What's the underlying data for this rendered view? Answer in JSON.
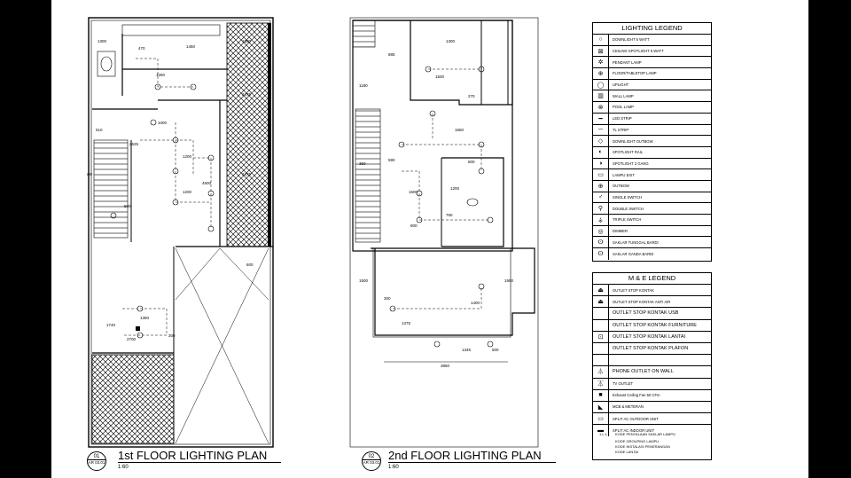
{
  "plans": [
    {
      "number": "01",
      "ref": "AR 03.01",
      "title": "1st FLOOR LIGHTING PLAN",
      "scale": "1:60"
    },
    {
      "number": "02",
      "ref": "AR 03.01",
      "title": "2nd FLOOR LIGHTING PLAN",
      "scale": "1:60"
    }
  ],
  "dimensions_first": [
    "1300",
    "470",
    "1450",
    "1300",
    "1260",
    "2475",
    "1000",
    "2625",
    "510",
    "2475",
    "4500",
    "1200",
    "1200",
    "4500",
    "500",
    "600",
    "1350",
    "1740",
    "2700",
    "300"
  ],
  "dimensions_second": [
    "1300",
    "885",
    "1180",
    "1500",
    "270",
    "1650",
    "350",
    "590",
    "600",
    "1500",
    "1200",
    "760",
    "800",
    "1500",
    "1900",
    "300",
    "1400",
    "1375",
    "1345",
    "500",
    "3850"
  ],
  "lighting_legend": {
    "title": "LIGHTING LEGEND",
    "items": [
      {
        "icon": "downlight-icon",
        "glyph": "○",
        "label": "DOWNLIGHT 5 WATT"
      },
      {
        "icon": "ceiling-spotlight-icon",
        "glyph": "⊠",
        "label": "CEILING SPOTLIGHT 5 WATT"
      },
      {
        "icon": "pendant-lamp-icon",
        "glyph": "✲",
        "label": "PENDANT LAMP"
      },
      {
        "icon": "floor-table-lamp-icon",
        "glyph": "⊕",
        "label": "FLOOR/TABLETOP LAMP"
      },
      {
        "icon": "uplight-icon",
        "glyph": "◯",
        "label": "UPLIGHT"
      },
      {
        "icon": "wall-lamp-icon",
        "glyph": "▥",
        "label": "WALL LAMP"
      },
      {
        "icon": "pool-lamp-icon",
        "glyph": "⊗",
        "label": "POOL LAMP"
      },
      {
        "icon": "led-strip-icon",
        "glyph": "━",
        "label": "LED STRIP"
      },
      {
        "icon": "tl-strip-icon",
        "glyph": "─",
        "label": "TL STRIP"
      },
      {
        "icon": "downlight-outbow-icon",
        "glyph": "◇",
        "label": "DOWNLIGHT OUTBOW"
      },
      {
        "icon": "spotlight-rail-icon",
        "glyph": "◐",
        "label": "SPOTLIGHT RAIL"
      },
      {
        "icon": "spotlight-2-gang-icon",
        "glyph": "◑",
        "label": "SPOTLIGHT 2 GANG"
      },
      {
        "icon": "lampu-exit-icon",
        "glyph": "▭",
        "label": "LAMPU EXIT"
      },
      {
        "icon": "outbow-icon",
        "glyph": "⊕",
        "label": "OUTBOW"
      },
      {
        "icon": "single-switch-icon",
        "glyph": "♂",
        "label": "SINGLE SWITCH"
      },
      {
        "icon": "double-switch-icon",
        "glyph": "⚲",
        "label": "DOUBLE SWITCH"
      },
      {
        "icon": "triple-switch-icon",
        "glyph": "⚶",
        "label": "TRIPLE SWITCH"
      },
      {
        "icon": "dimmer-icon",
        "glyph": "◎",
        "label": "DIMMER"
      },
      {
        "icon": "saklar-tunggal-icon",
        "glyph": "ⵙ",
        "label": "SAKLAR TUNGGAL BARDI"
      },
      {
        "icon": "saklar-ganda-icon",
        "glyph": "ⵙ",
        "label": "SAKLAR GANDA BARDI"
      }
    ]
  },
  "me_legend": {
    "title": "M & E LEGEND",
    "items": [
      {
        "icon": "outlet-kontak-icon",
        "glyph": "⏏",
        "label": "OUTLET STOP KONTAK",
        "big": false
      },
      {
        "icon": "outlet-anti-air-icon",
        "glyph": "⏏",
        "label": "OUTLET STOP KONTAK ANTI AIR",
        "big": false
      },
      {
        "icon": "outlet-usb-icon",
        "glyph": "",
        "label": "OUTLET STOP KONTAK USB",
        "big": true
      },
      {
        "icon": "outlet-furniture-icon",
        "glyph": "",
        "label": "OUTLET STOP KONTAK FURNITURE",
        "big": true
      },
      {
        "icon": "outlet-lantai-icon",
        "glyph": "⊡",
        "label": "OUTLET STOP KONTAK LANTAI",
        "big": true
      },
      {
        "icon": "outlet-plafon-icon",
        "glyph": "",
        "label": "OUTLET STOP KONTAK PLAFON",
        "big": true
      },
      {
        "icon": "blank-icon",
        "glyph": "",
        "label": "",
        "big": false
      },
      {
        "icon": "phone-outlet-icon",
        "glyph": "⏃",
        "label": "PHONE OUTLET ON WALL",
        "big": true
      },
      {
        "icon": "tv-outlet-icon",
        "glyph": "⏄",
        "label": "TV OUTLET",
        "big": false
      },
      {
        "icon": "exhaust-fan-icon",
        "glyph": "■",
        "label": "Exhaust Ceiling Fan 50 CFm",
        "big": false
      },
      {
        "icon": "mcb-meteran-icon",
        "glyph": "◣",
        "label": "MCB & METERAN",
        "big": false
      },
      {
        "icon": "split-ac-outdoor-icon",
        "glyph": "▭",
        "label": "SPLIT AC OUTDOOR UNIT",
        "big": false
      },
      {
        "icon": "split-ac-indoor-icon",
        "glyph": "▬",
        "label": "SPLIT AC INDOOR UNIT",
        "big": false
      }
    ]
  },
  "code_note": {
    "code": "1.L.1",
    "lines": [
      "KODE PENYALAAN SAKLAR LAMPU",
      "KODE GROUPING LAMPU",
      "KODE INSTALASI PENERANGAN",
      "KODE LANTAI"
    ]
  }
}
